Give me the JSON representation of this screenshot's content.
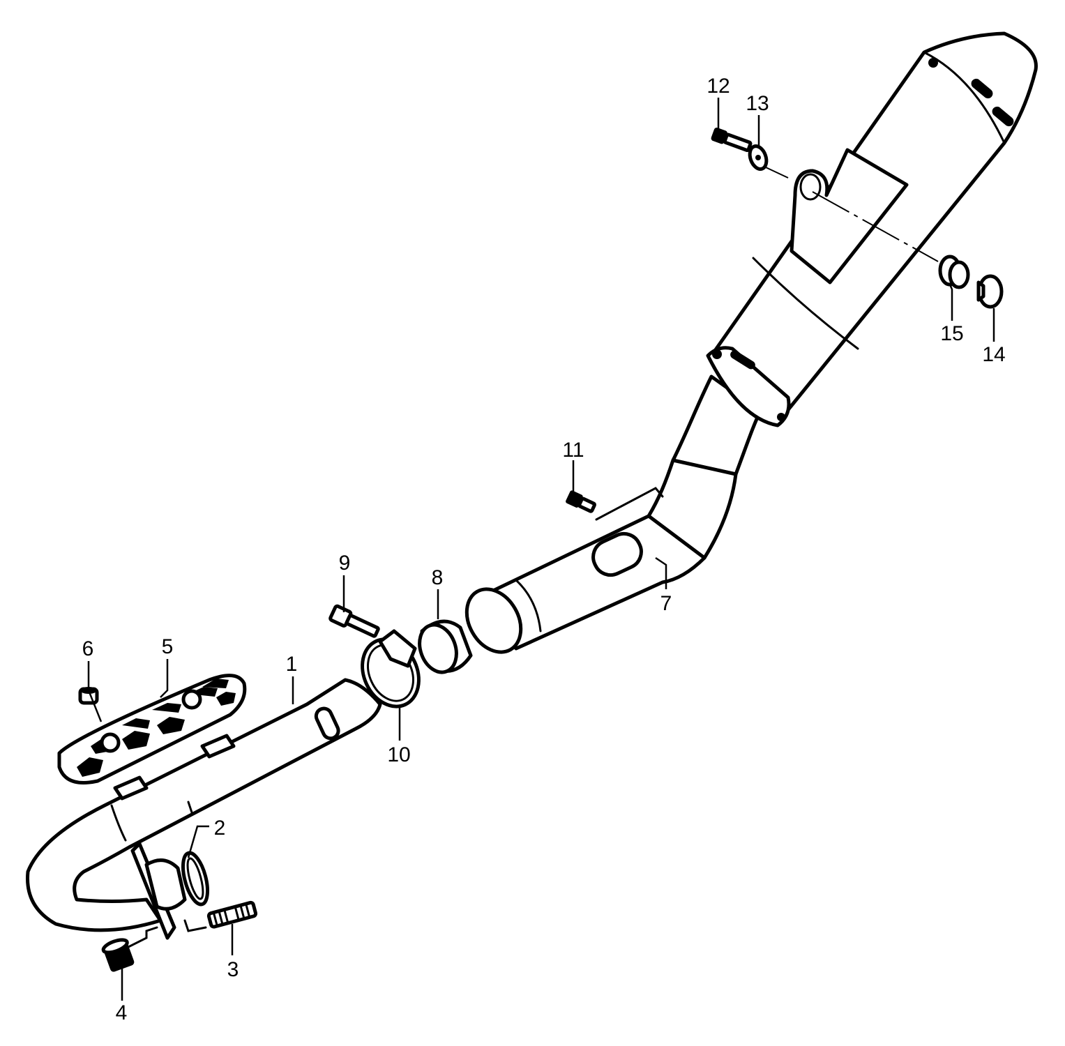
{
  "diagram": {
    "colors": {
      "line": "#000000",
      "background": "#ffffff"
    },
    "callouts": [
      {
        "id": "1",
        "text": "1"
      },
      {
        "id": "2",
        "text": "2"
      },
      {
        "id": "3",
        "text": "3"
      },
      {
        "id": "4",
        "text": "4"
      },
      {
        "id": "5",
        "text": "5"
      },
      {
        "id": "6",
        "text": "6"
      },
      {
        "id": "7",
        "text": "7"
      },
      {
        "id": "8",
        "text": "8"
      },
      {
        "id": "9",
        "text": "9"
      },
      {
        "id": "10",
        "text": "10"
      },
      {
        "id": "11",
        "text": "11"
      },
      {
        "id": "12",
        "text": "12"
      },
      {
        "id": "13",
        "text": "13"
      },
      {
        "id": "14",
        "text": "14"
      },
      {
        "id": "15",
        "text": "15"
      }
    ]
  }
}
